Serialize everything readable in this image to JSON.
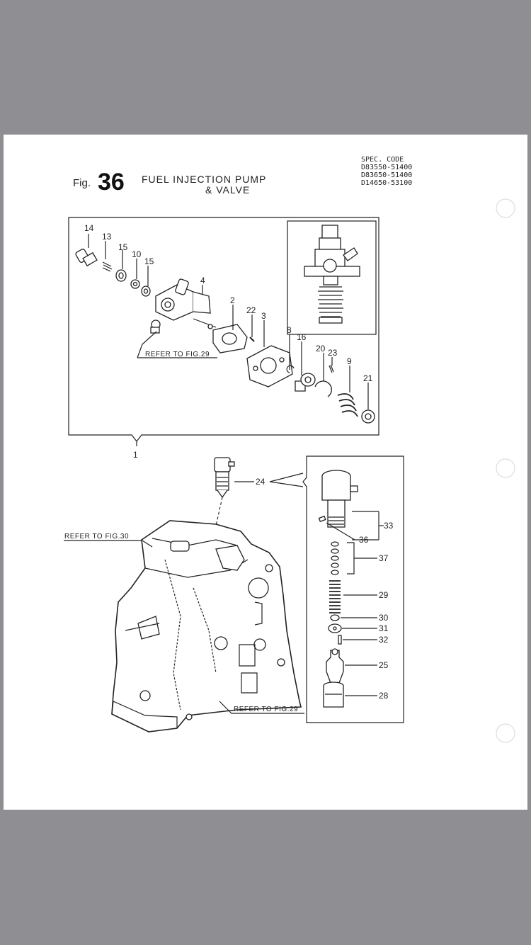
{
  "header": {
    "fig_prefix": "Fig.",
    "fig_number": "36",
    "title_line1": "FUEL INJECTION PUMP",
    "title_line2": "& VALVE",
    "spec_label": "SPEC. CODE",
    "spec_codes": [
      "D83550-51400",
      "D83650-51400",
      "D14650-53100"
    ]
  },
  "references": {
    "fig29_upper": "REFER TO FIG.29",
    "fig30": "REFER TO FIG.30",
    "fig29_lower": "REFER TO FIG.29"
  },
  "part_numbers": {
    "p1": "1",
    "p2": "2",
    "p3": "3",
    "p4": "4",
    "p8": "8",
    "p9": "9",
    "p10": "10",
    "p13": "13",
    "p14": "14",
    "p15a": "15",
    "p15b": "15",
    "p16": "16",
    "p20": "20",
    "p21": "21",
    "p22": "22",
    "p23": "23",
    "p24": "24",
    "p25": "25",
    "p28": "28",
    "p29": "29",
    "p30": "30",
    "p31": "31",
    "p32": "32",
    "p33": "33",
    "p36": "36",
    "p37": "37"
  }
}
